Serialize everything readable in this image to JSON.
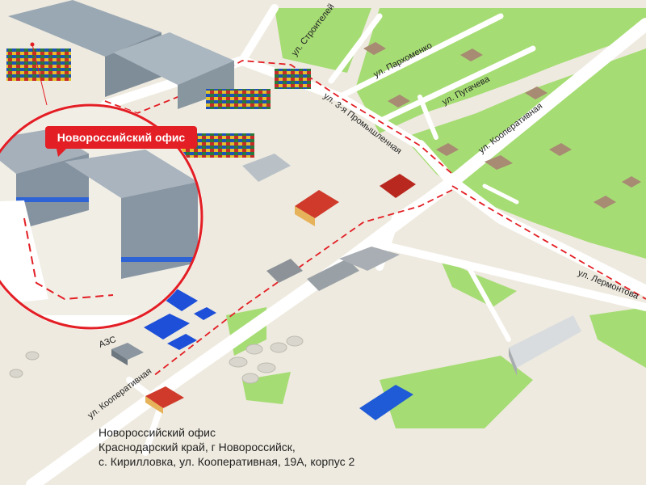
{
  "map": {
    "office_badge": "Новороссийский офис",
    "gas_station": "АЗС",
    "streets": {
      "stroiteley": "ул. Строителей",
      "parkhomenko": "ул. Пархоменко",
      "pugacheva": "ул. Пугачева",
      "promyshlennaya": "ул. 3-я Промышленная",
      "kooperativnaya_top": "ул. Кооперативная",
      "kooperativnaya_bottom": "ул. Кооперативная",
      "lermontova": "ул. Лермонтова"
    }
  },
  "address": {
    "title": "Новороссийский офис",
    "line1": "Краснодарский край, г Новороссийск,",
    "line2": "с. Кирилловка, ул. Кооперативная, 19А, корпус 2"
  },
  "colors": {
    "ground": "#eeeadf",
    "grass": "#a6dc74",
    "road": "#ffffff",
    "route": "#e31e24",
    "water": "#1f5bd6",
    "highlight_building": "#1d4fd8"
  }
}
